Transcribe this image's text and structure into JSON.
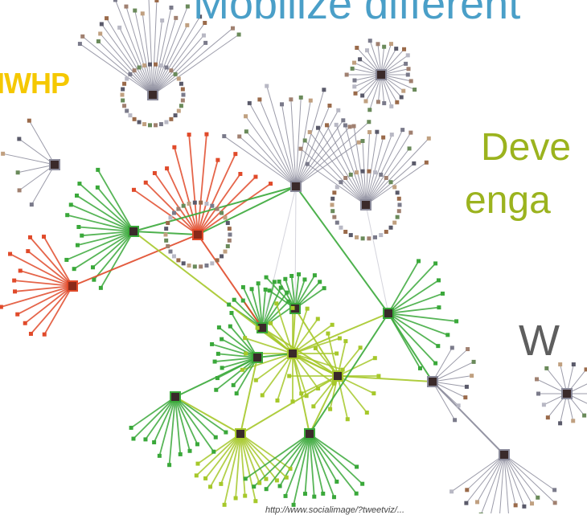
{
  "texts": {
    "title_top": "Mobilize different",
    "label_left": "IWHP",
    "label_mid1": "Deve",
    "label_mid2": "enga",
    "label_w": "W",
    "footer_url": "http://www.socialimage/?tweetviz/..."
  },
  "colors": {
    "title_top": "#4a9fc8",
    "label_left": "#f5c800",
    "label_mid": "#9bb31e",
    "label_w": "#5e5e5e",
    "footer": "#444444",
    "edge_grey": "#8a8a9a",
    "edge_green": "#3aa83a",
    "edge_lightgreen": "#a6c82a",
    "edge_red": "#e04a2a",
    "edge_orange": "#e88a2a",
    "edge_pale": "#cfcfd8"
  },
  "diagram": {
    "type": "network-graph",
    "hubs": [
      {
        "id": "h1",
        "color": "grey",
        "fan": "up",
        "spokes": 24,
        "ring": true
      },
      {
        "id": "h2",
        "color": "grey",
        "fan": "star",
        "spokes": 30,
        "ring": true
      },
      {
        "id": "h3",
        "color": "grey",
        "fan": "up",
        "spokes": 18,
        "ring": false
      },
      {
        "id": "h4",
        "color": "grey",
        "fan": "up",
        "spokes": 20,
        "ring": true
      },
      {
        "id": "h5",
        "color": "grey",
        "fan": "left",
        "spokes": 6,
        "ring": false
      },
      {
        "id": "h6",
        "color": "green",
        "fan": "left",
        "spokes": 14,
        "ring": false
      },
      {
        "id": "h7",
        "color": "red",
        "fan": "up",
        "spokes": 12,
        "ring": true
      },
      {
        "id": "h8",
        "color": "red",
        "fan": "left",
        "spokes": 12,
        "ring": false
      },
      {
        "id": "h9",
        "color": "green",
        "fan": "up",
        "spokes": 12,
        "ring": false
      },
      {
        "id": "h10",
        "color": "green",
        "fan": "up",
        "spokes": 10,
        "ring": false
      },
      {
        "id": "h11",
        "color": "green",
        "fan": "right",
        "spokes": 10,
        "ring": false
      },
      {
        "id": "h12",
        "color": "lightgreen",
        "fan": "cluster",
        "spokes": 20,
        "ring": false
      },
      {
        "id": "h13",
        "color": "lightgreen",
        "fan": "cluster",
        "spokes": 14,
        "ring": false
      },
      {
        "id": "h14",
        "color": "green",
        "fan": "left",
        "spokes": 12,
        "ring": false
      },
      {
        "id": "h15",
        "color": "green",
        "fan": "down",
        "spokes": 12,
        "ring": false
      },
      {
        "id": "h16",
        "color": "lightgreen",
        "fan": "down",
        "spokes": 14,
        "ring": false
      },
      {
        "id": "h17",
        "color": "green",
        "fan": "down",
        "spokes": 14,
        "ring": false
      },
      {
        "id": "h18",
        "color": "grey",
        "fan": "right",
        "spokes": 8,
        "ring": false
      },
      {
        "id": "h19",
        "color": "grey",
        "fan": "down",
        "spokes": 14,
        "ring": false
      },
      {
        "id": "h20",
        "color": "grey",
        "fan": "star",
        "spokes": 14,
        "ring": false
      }
    ],
    "links": [
      {
        "from": "h6",
        "to": "h7",
        "color": "green"
      },
      {
        "from": "h6",
        "to": "h3",
        "color": "green"
      },
      {
        "from": "h7",
        "to": "h3",
        "color": "green"
      },
      {
        "from": "h8",
        "to": "h7",
        "color": "red"
      },
      {
        "from": "h7",
        "to": "h9",
        "color": "red"
      },
      {
        "from": "h6",
        "to": "h12",
        "color": "lightgreen"
      },
      {
        "from": "h3",
        "to": "h11",
        "color": "green"
      },
      {
        "from": "h3",
        "to": "h9",
        "color": "pale"
      },
      {
        "from": "h3",
        "to": "h10",
        "color": "pale"
      },
      {
        "from": "h4",
        "to": "h11",
        "color": "pale"
      },
      {
        "from": "h9",
        "to": "h12",
        "color": "lightgreen"
      },
      {
        "from": "h10",
        "to": "h12",
        "color": "lightgreen"
      },
      {
        "from": "h11",
        "to": "h12",
        "color": "lightgreen"
      },
      {
        "from": "h12",
        "to": "h13",
        "color": "lightgreen"
      },
      {
        "from": "h13",
        "to": "h16",
        "color": "lightgreen"
      },
      {
        "from": "h13",
        "to": "h17",
        "color": "lightgreen"
      },
      {
        "from": "h12",
        "to": "h14",
        "color": "green"
      },
      {
        "from": "h14",
        "to": "h15",
        "color": "green"
      },
      {
        "from": "h14",
        "to": "h16",
        "color": "lightgreen"
      },
      {
        "from": "h11",
        "to": "h18",
        "color": "green"
      },
      {
        "from": "h18",
        "to": "h19",
        "color": "grey"
      },
      {
        "from": "h13",
        "to": "h18",
        "color": "lightgreen"
      },
      {
        "from": "h9",
        "to": "h13",
        "color": "lightgreen"
      },
      {
        "from": "h10",
        "to": "h13",
        "color": "lightgreen"
      },
      {
        "from": "h12",
        "to": "h17",
        "color": "lightgreen"
      },
      {
        "from": "h15",
        "to": "h16",
        "color": "lightgreen"
      },
      {
        "from": "h17",
        "to": "h11",
        "color": "green"
      }
    ]
  }
}
